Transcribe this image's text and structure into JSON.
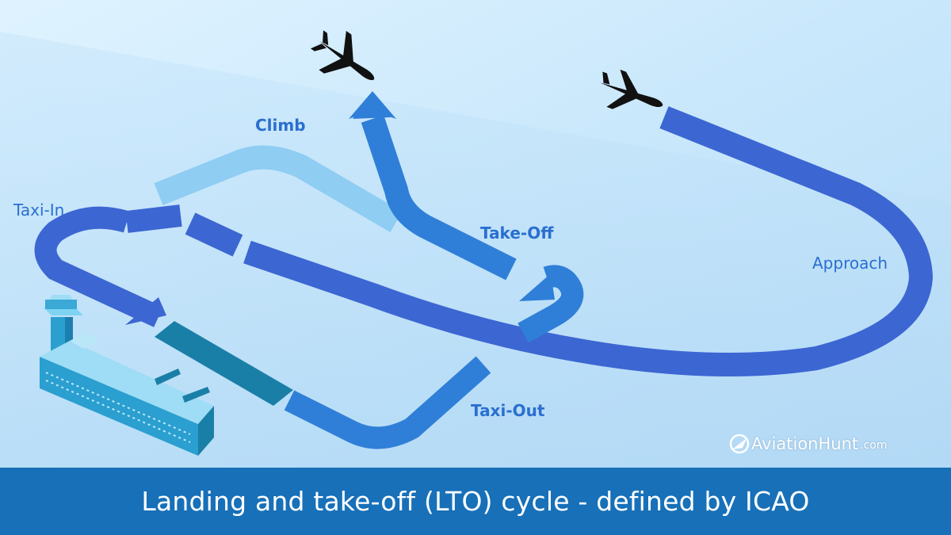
{
  "labels": {
    "climb": "Climb",
    "taxi_in": "Taxi-In",
    "take_off": "Take-Off",
    "approach": "Approach",
    "taxi_out": "Taxi-Out"
  },
  "caption": "Landing and take-off (LTO) cycle - defined by ICAO",
  "brand": {
    "name": "AviationHunt",
    "domain": ".com"
  },
  "colors": {
    "path_dark": "#3c66d2",
    "path_mid": "#2f7fd8",
    "path_light": "#8fcdf2",
    "label_blue": "#2a6fd0",
    "caption_bar": "#1770b8",
    "terminal": "#2a9fd0",
    "aircraft": "#111111"
  },
  "icons": [
    "airplane-icon",
    "control-tower-icon",
    "terminal-building-icon",
    "brand-logo-icon"
  ]
}
